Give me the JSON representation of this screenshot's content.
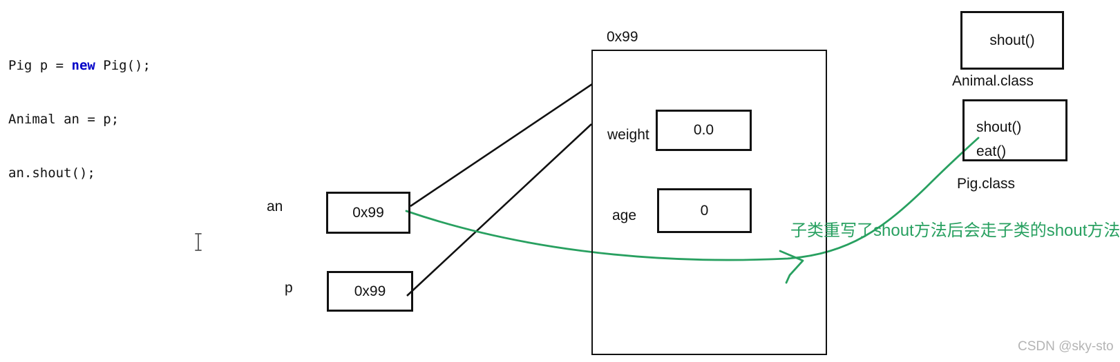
{
  "code": {
    "line1_pre": "Pig p = ",
    "line1_keyword": "new",
    "line1_post": " Pig();",
    "line2": "Animal an = p;",
    "line3": "an.shout();"
  },
  "stack": {
    "an_label": "an",
    "an_value": "0x99",
    "p_label": "p",
    "p_value": "0x99"
  },
  "heap": {
    "address_label": "0x99",
    "fields": [
      {
        "name": "weight",
        "value": "0.0"
      },
      {
        "name": "age",
        "value": "0"
      }
    ]
  },
  "classes": {
    "animal": {
      "method1": "shout()",
      "label": "Animal.class"
    },
    "pig": {
      "method1": "shout()",
      "method2": "eat()",
      "label": "Pig.class"
    }
  },
  "annotation": {
    "text": "子类重写了shout方法后会走子类的shout方法",
    "color": "#28a060"
  },
  "watermark": {
    "text": "CSDN @sky-sto",
    "color": "#b4b4b4"
  },
  "colors": {
    "keyword_blue": "#0000c8",
    "line_black": "#111111",
    "annotation_green": "#28a060",
    "watermark_gray": "#b4b4b4"
  }
}
